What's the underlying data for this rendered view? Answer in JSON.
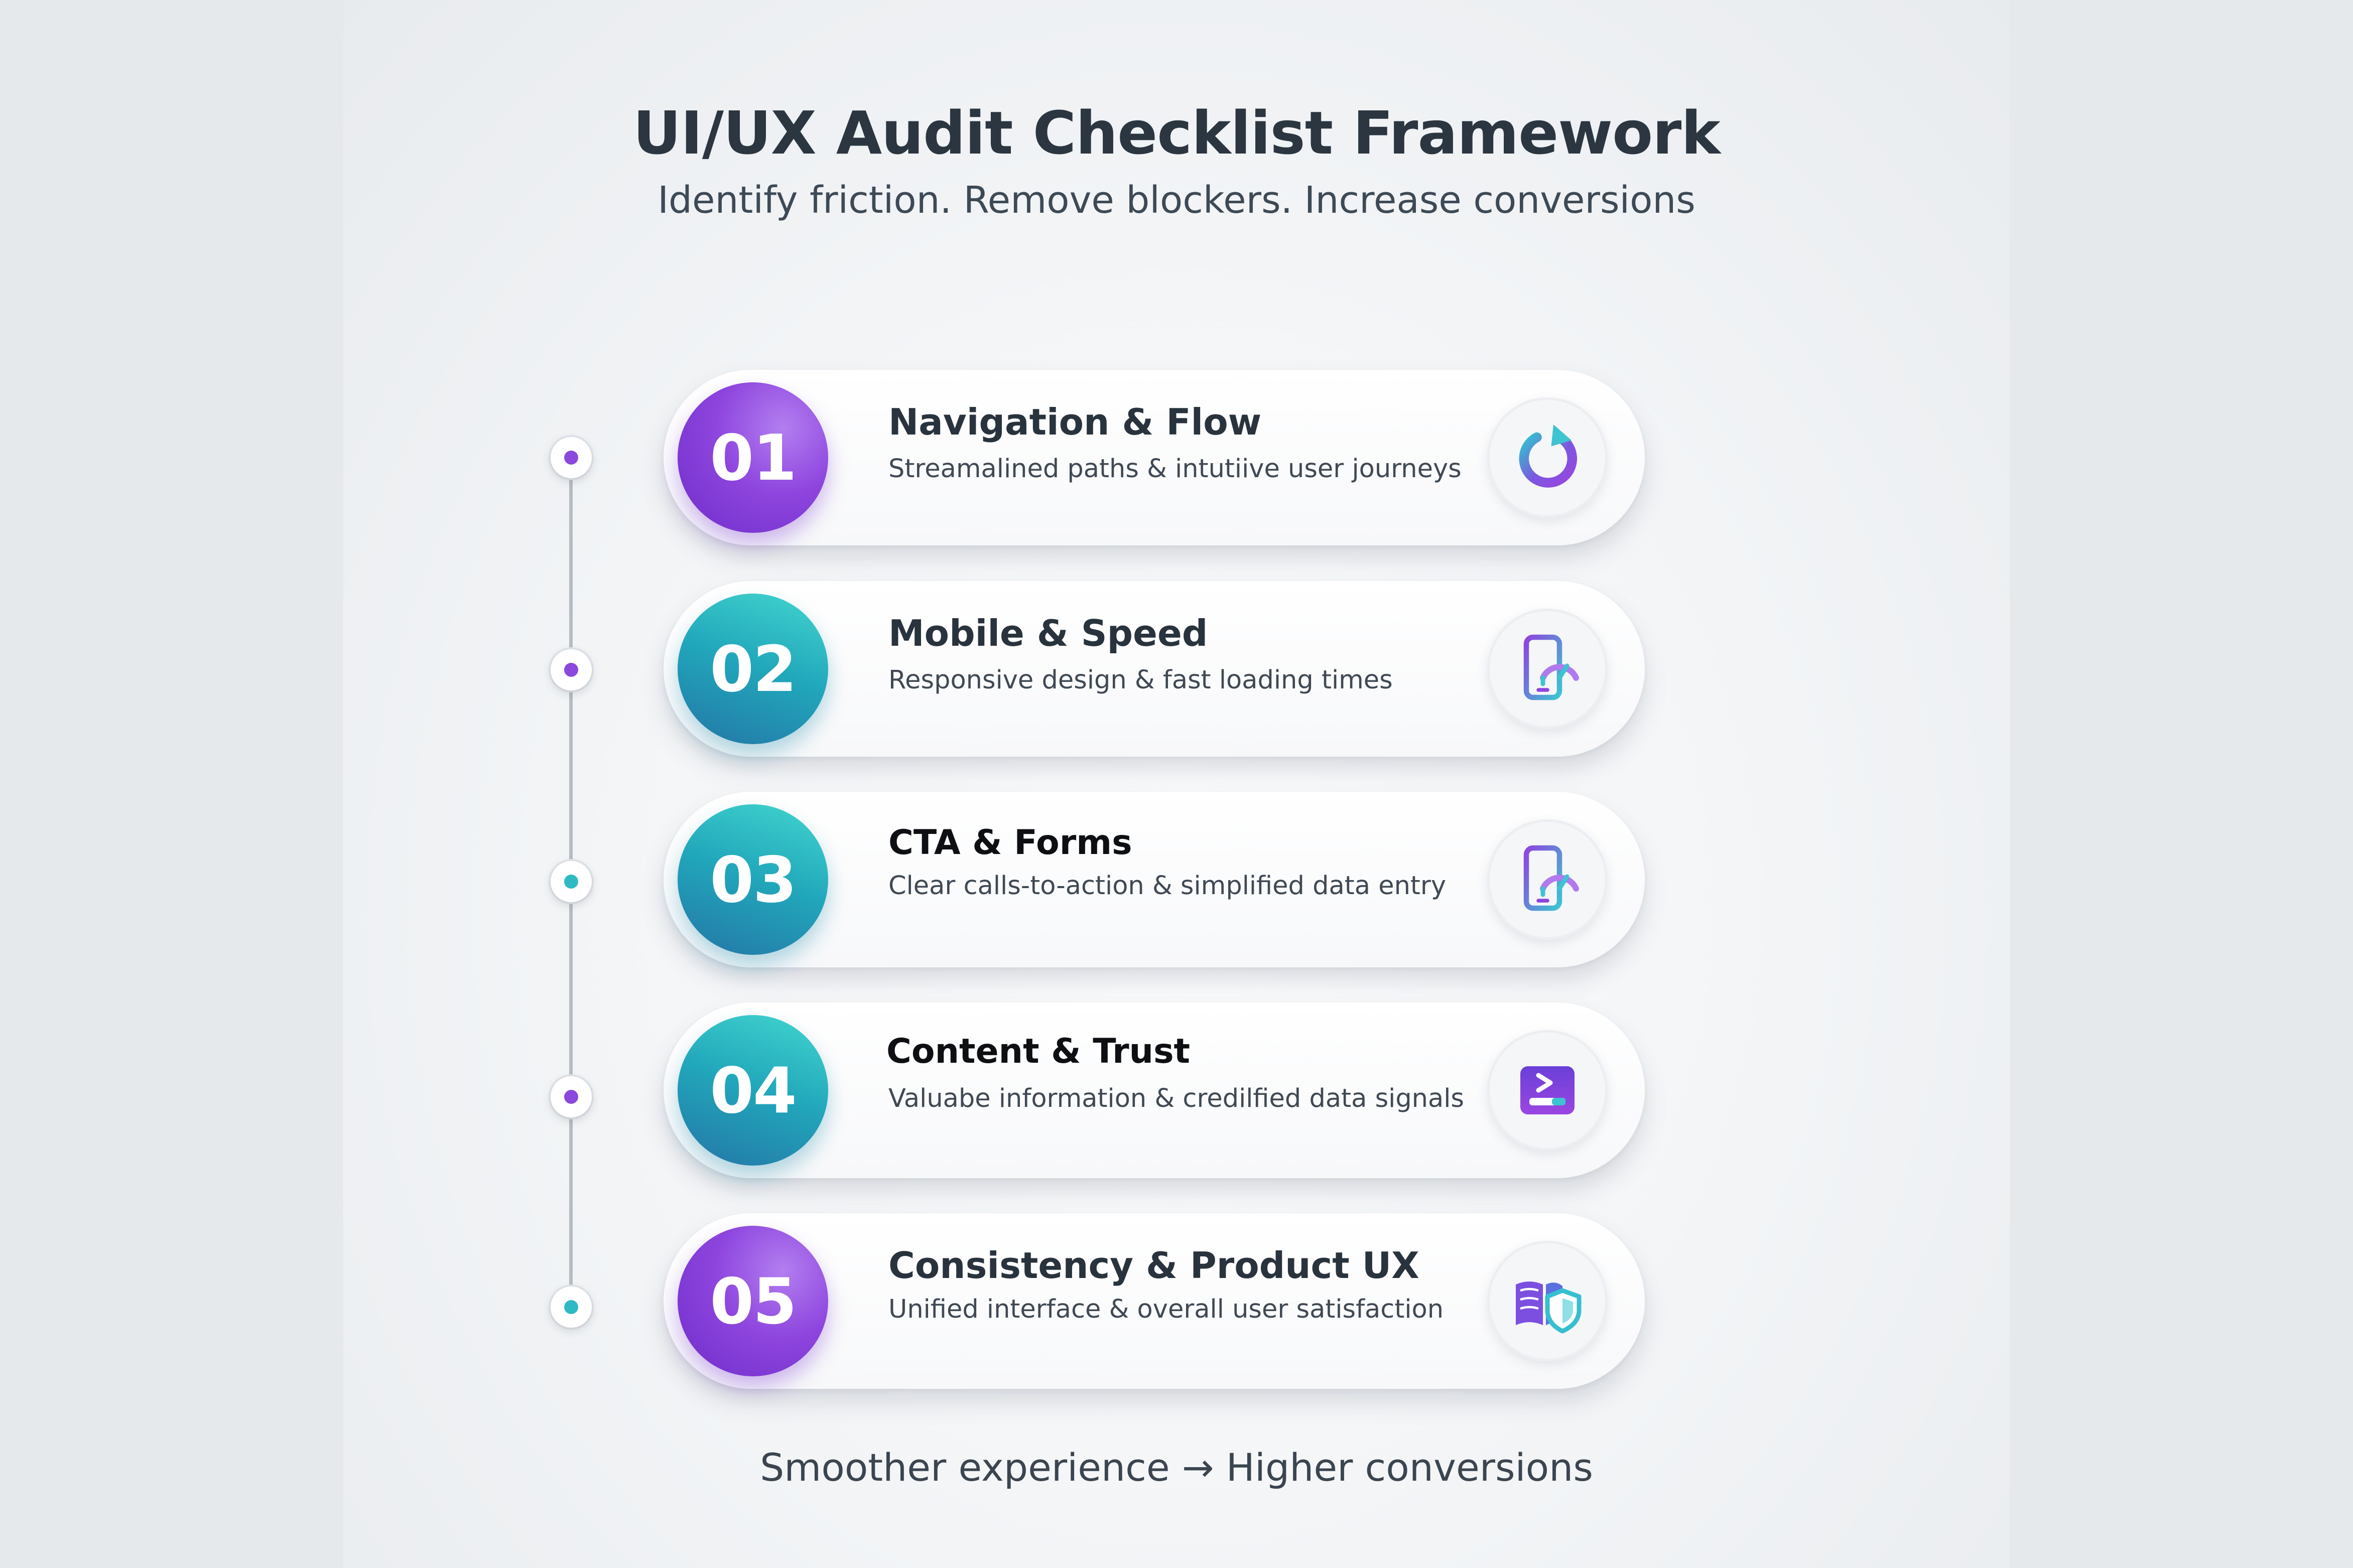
{
  "header": {
    "title": "UI/UX Audit Checklist Framework",
    "subtitle": "Identify friction. Remove blockers. Increase conversions"
  },
  "items": [
    {
      "number": "01",
      "title": "Navigation & Flow",
      "description": "Streamalined paths & intutiive user journeys",
      "icon": "refresh-icon",
      "badge_color": "#8e45de",
      "dot_color": "#8b48dc"
    },
    {
      "number": "02",
      "title": "Mobile & Speed",
      "description": "Responsive design & fast loading times",
      "icon": "mobile-speed-icon",
      "badge_color": "#21a7bb",
      "dot_color": "#8b48dc"
    },
    {
      "number": "03",
      "title": "CTA & Forms",
      "description": "Clear calls-to-action & simplified data entry",
      "icon": "mobile-speed-icon",
      "badge_color": "#21a7bb",
      "dot_color": "#2fb9c4"
    },
    {
      "number": "04",
      "title": "Content & Trust",
      "description": "Valuabe information & credilfied data signals",
      "icon": "terminal-icon",
      "badge_color": "#21a7bb",
      "dot_color": "#8b48dc"
    },
    {
      "number": "05",
      "title": "Consistency & Product UX",
      "description": "Unified interface & overall user satisfaction",
      "icon": "book-shield-icon",
      "badge_color": "#8e45de",
      "dot_color": "#2fb9c4"
    }
  ],
  "footer": {
    "text": "Smoother experience → Higher conversions"
  }
}
